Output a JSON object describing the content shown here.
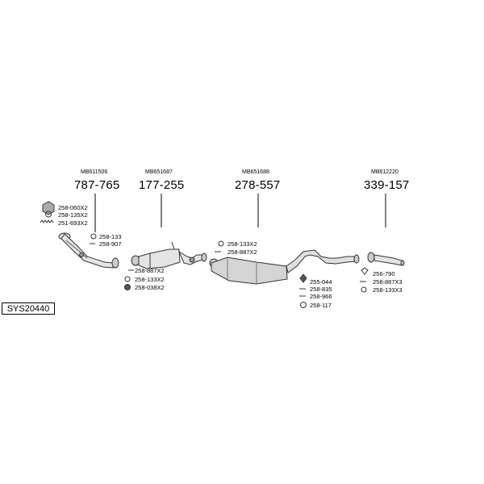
{
  "system_code": "SYS20440",
  "sections": [
    {
      "oem": "MB611506",
      "number": "787-765"
    },
    {
      "oem": "MB651687",
      "number": "177-255"
    },
    {
      "oem": "MB651688",
      "number": "278-557"
    },
    {
      "oem": "MB612220",
      "number": "339-157"
    }
  ],
  "parts": {
    "front": [
      "258-060X2",
      "258-135X2",
      "251-693X2",
      "258-133",
      "258-907"
    ],
    "middle": [
      "258-887X2",
      "258-133X2",
      "258-038X2"
    ],
    "rear_top": [
      "258-133X2",
      "258-887X2"
    ],
    "rear_bottom": [
      "255-044",
      "258-835",
      "258-966",
      "258-117"
    ],
    "tail": [
      "256-790",
      "258-887X3",
      "258-133X3"
    ]
  }
}
